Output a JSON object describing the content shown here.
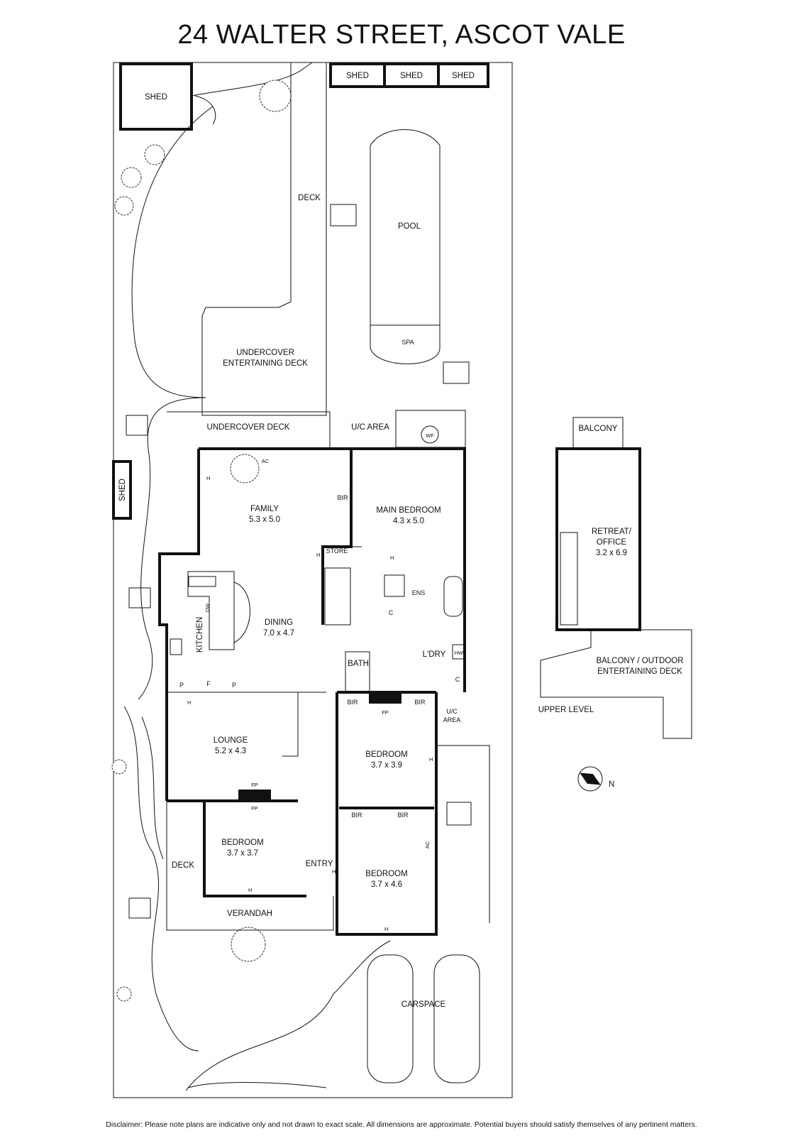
{
  "title": "24 WALTER STREET, ASCOT VALE",
  "rooms": {
    "shed_top_left": "SHED",
    "shed_1": "SHED",
    "shed_2": "SHED",
    "shed_3": "SHED",
    "shed_side": "SHED",
    "deck_upper": "DECK",
    "pool": "POOL",
    "spa": "SPA",
    "undercover_entertaining_1": "UNDERCOVER",
    "undercover_entertaining_2": "ENTERTAINING DECK",
    "undercover_deck": "UNDERCOVER DECK",
    "uc_area_top": "U/C AREA",
    "wf": "WF",
    "ac_family": "AC",
    "family_name": "FAMILY",
    "family_dim": "5.3 x 5.0",
    "bir_main": "BIR",
    "main_bedroom_name": "MAIN BEDROOM",
    "main_bedroom_dim": "4.3 x 5.0",
    "store": "STORE",
    "ens": "ENS",
    "c_ens": "C",
    "dining_name": "DINING",
    "dining_dim": "7.0 x 4.7",
    "kitchen": "KITCHEN",
    "dw": "DW",
    "bath": "BATH",
    "ldry": "L'DRY",
    "hw": "HW",
    "c_ldry": "C",
    "p1": "P",
    "f": "F",
    "p2": "P",
    "h_marks": "H",
    "bir_1": "BIR",
    "fp_1": "FP",
    "bir_2": "BIR",
    "uc_area_side_1": "U/C",
    "uc_area_side_2": "AREA",
    "lounge_name": "LOUNGE",
    "lounge_dim": "5.2 x 4.3",
    "bedroom2_name": "BEDROOM",
    "bedroom2_dim": "3.7 x 3.9",
    "fp_2": "FP",
    "fp_3": "FP",
    "bir_3": "BIR",
    "bir_4": "BIR",
    "bedroom3_name": "BEDROOM",
    "bedroom3_dim": "3.7 x 3.7",
    "deck_lower": "DECK",
    "entry": "ENTRY",
    "bedroom4_name": "BEDROOM",
    "bedroom4_dim": "3.7 x 4.6",
    "ac_bed4": "AC",
    "verandah": "VERANDAH",
    "carspace": "CARSPACE"
  },
  "upper": {
    "balcony": "BALCONY",
    "retreat_1": "RETREAT/",
    "retreat_2": "OFFICE",
    "retreat_dim": "3.2 x 6.9",
    "balcony_outdoor_1": "BALCONY / OUTDOOR",
    "balcony_outdoor_2": "ENTERTAINING DECK",
    "upper_level": "UPPER LEVEL"
  },
  "compass": {
    "label": "N"
  },
  "disclaimer": "Disclaimer: Please note plans are indicative only and not drawn to exact scale. All dimensions are approximate. Potential buyers should satisfy themselves of any pertinent matters."
}
